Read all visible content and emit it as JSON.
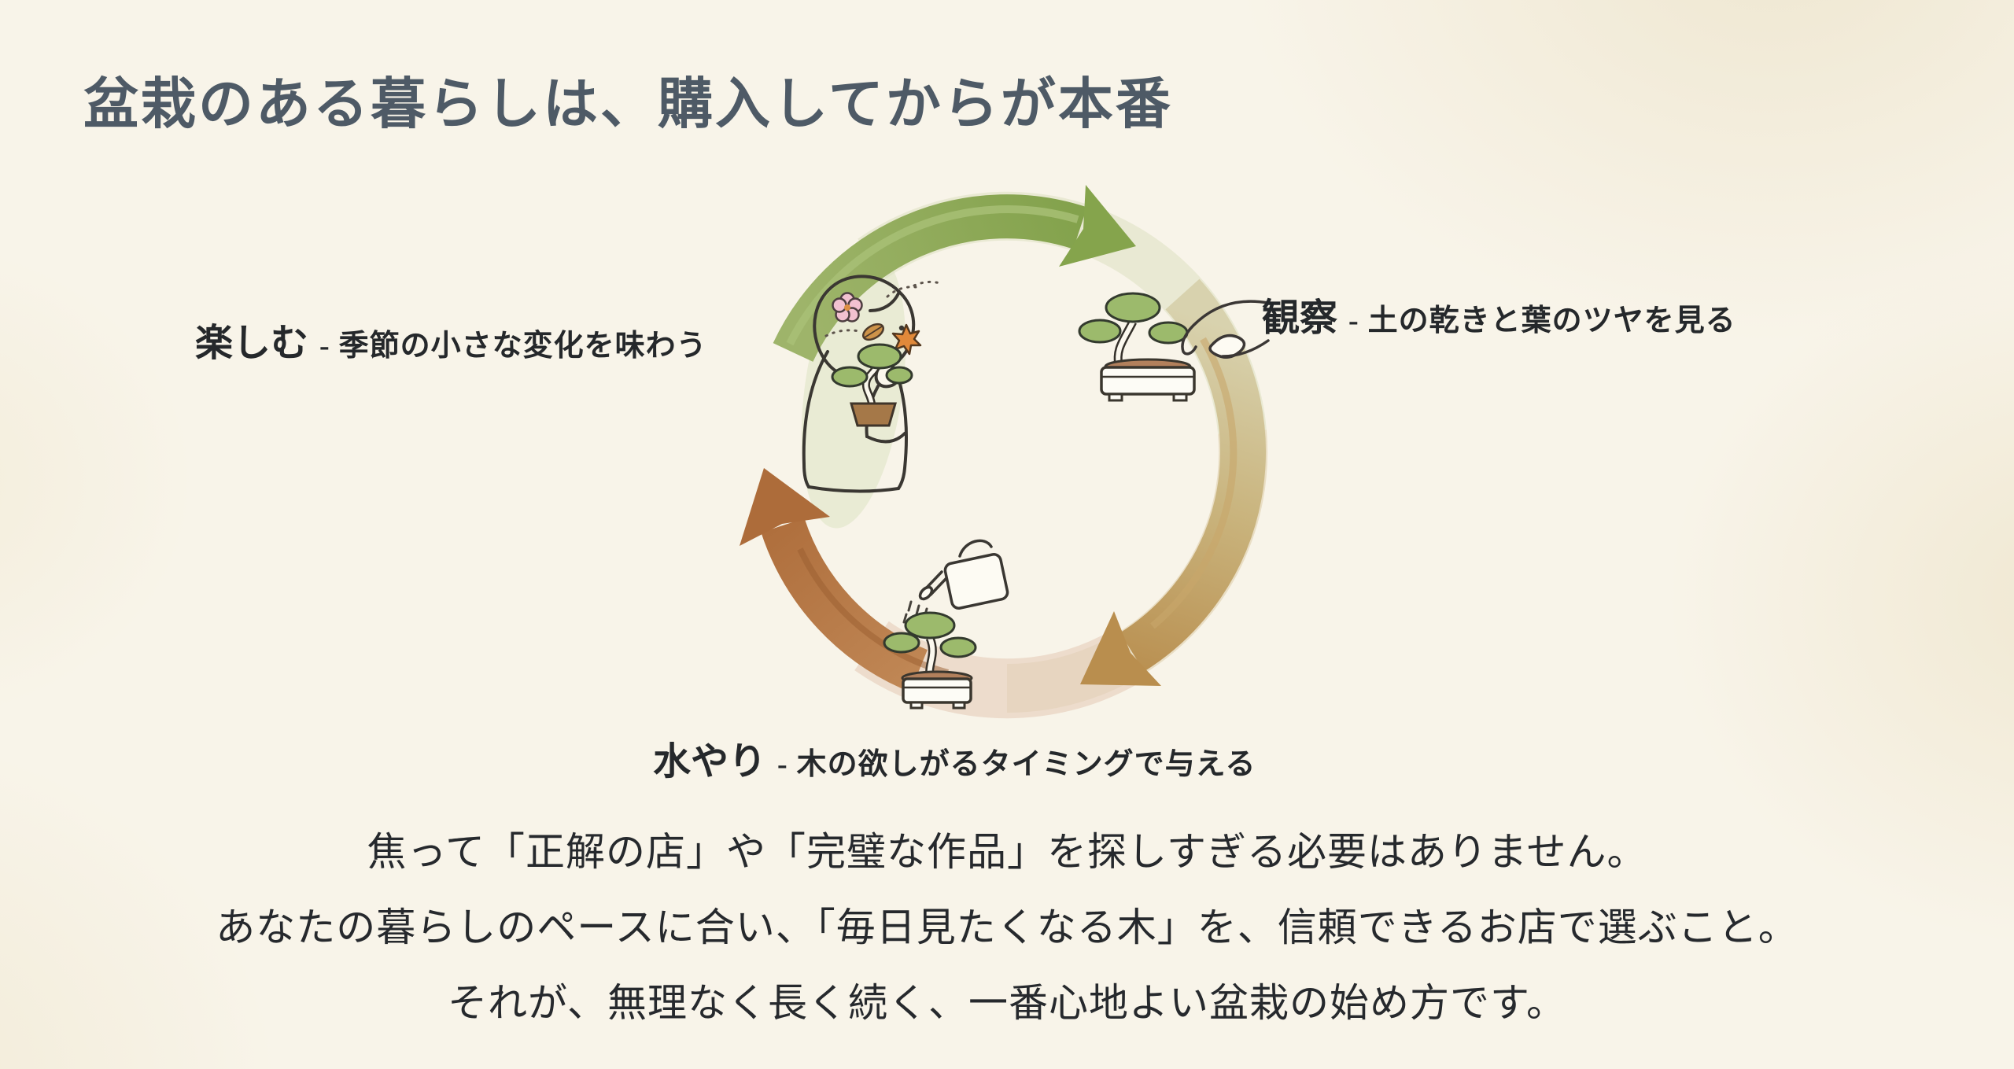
{
  "title": "盆栽のある暮らしは、購入してからが本番",
  "cycle": {
    "direction": "clockwise",
    "steps": [
      {
        "name": "enjoy",
        "label": "楽しむ",
        "separator": "-",
        "description": "季節の小さな変化を味わう"
      },
      {
        "name": "observe",
        "label": "観察",
        "separator": "-",
        "description": "土の乾きと葉のツヤを見る"
      },
      {
        "name": "watering",
        "label": "水やり",
        "separator": "-",
        "description": "木の欲しがるタイミングで与える"
      }
    ],
    "arrow_colors": {
      "enjoy_to_observe": "#85a44c",
      "observe_to_watering": "#b98e4e",
      "watering_to_enjoy": "#ad6c3a"
    }
  },
  "footer": {
    "lines": [
      "焦って「正解の店」や「完璧な作品」を探しすぎる必要はありません。",
      "あなたの暮らしのペースに合い、「毎日見たくなる木」を、信頼できるお店で選ぶこと。",
      "それが、無理なく長く続く、一番心地よい盆栽の始め方です。"
    ]
  },
  "colors": {
    "background": "#f8f4e9",
    "title_text": "#4e5a66",
    "label_text": "#25282b",
    "body_text": "#26292d",
    "green_arrow": "#85a44c",
    "tan_arrow": "#b98e4e",
    "brown_arrow": "#ad6c3a",
    "foliage_green": "#9cba6c",
    "pot_brown": "#a57848"
  },
  "icons": {
    "person": "person-thinking-icon",
    "blossom": "cherry-blossom-icon",
    "leaf": "leaf-icon",
    "maple": "maple-leaf-icon",
    "bonsai": "bonsai-icon",
    "hand": "hand-icon",
    "watering_can": "watering-can-icon"
  }
}
